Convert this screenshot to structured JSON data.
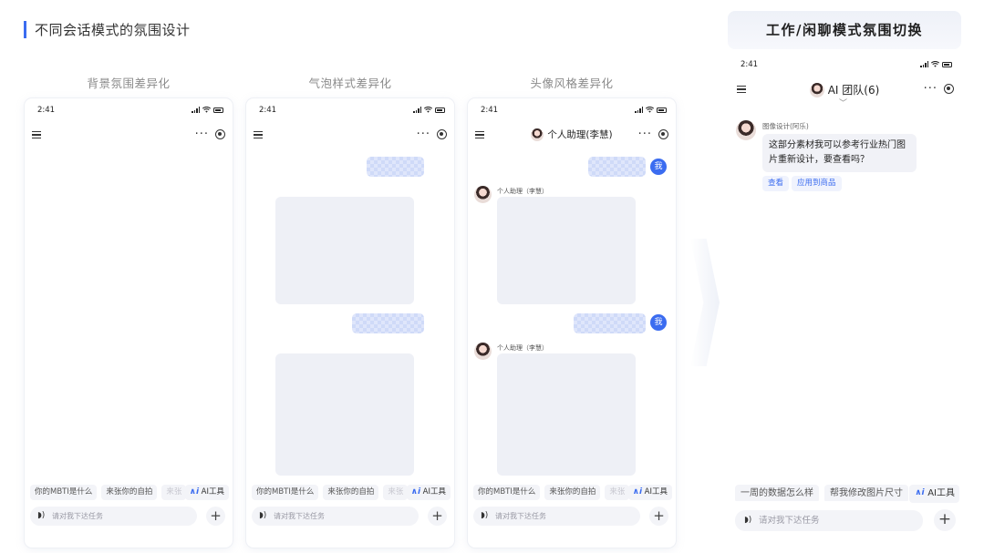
{
  "page_title": "不同会话模式的氛围设计",
  "columns": [
    {
      "label": "背景氛围差异化"
    },
    {
      "label": "气泡样式差异化"
    },
    {
      "label": "头像风格差异化",
      "nav_title": "个人助理(李慧)",
      "sender": "个人助理（李慧）",
      "me_badge": "我"
    }
  ],
  "status_time": "2:41",
  "chips_small": [
    "你的MBTI是什么",
    "来张你的自拍",
    "来张"
  ],
  "ai_tool_label": "AI工具",
  "input_placeholder": "请对我下达任务",
  "right_panel": {
    "header": "工作/闲聊模式氛围切换",
    "nav_title": "AI 团队(6)",
    "sender": "图像设计(阿乐)",
    "message": "这部分素材我可以参考行业热门图片重新设计，要查看吗？",
    "actions": [
      "查看",
      "应用到商品"
    ],
    "chips": [
      "一周的数据怎么样",
      "帮我修改图片尺寸"
    ],
    "ai_tool_label": "AI工具",
    "input_placeholder": "请对我下达任务"
  },
  "colors": {
    "accent": "#3b6cf0",
    "gray_block": "#eef0f6",
    "bubble_blue": "#dfe6fb"
  }
}
